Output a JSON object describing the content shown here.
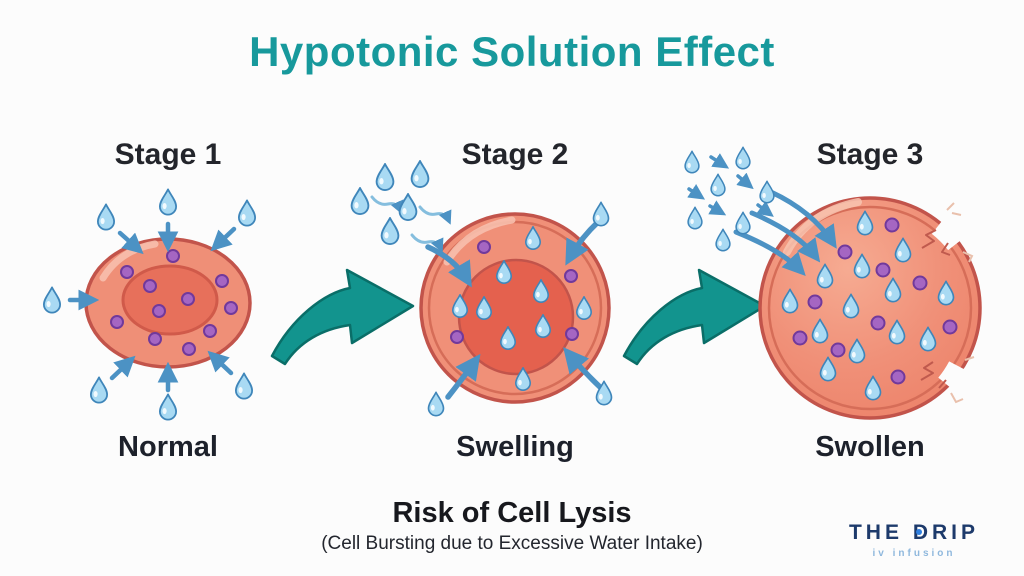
{
  "title": "Hypotonic Solution Effect",
  "stages": [
    {
      "heading": "Stage 1",
      "label": "Normal"
    },
    {
      "heading": "Stage 2",
      "label": "Swelling"
    },
    {
      "heading": "Stage 3",
      "label": "Swollen"
    }
  ],
  "footer": {
    "risk_title": "Risk of Cell Lysis",
    "risk_subtitle": "(Cell Bursting due to Excessive Water Intake)"
  },
  "logo": {
    "brand": "THE DRIP",
    "tagline": "iv infusion"
  },
  "colors": {
    "title_teal": "#17999c",
    "flow_arrow_teal": "#12948e",
    "cell_body_salmon": "#f09078",
    "cell_outline_red": "#c2544b",
    "cell_inner_red": "#e4614e",
    "water_droplet_fill": "#a9daf3",
    "water_droplet_outline": "#3f86ba",
    "water_arrow_blue": "#4c92c4",
    "solute_particle_purple": "#a566c2",
    "logo_navy": "#1d3a6b",
    "logo_light_blue": "#8fb8dd",
    "text_dark": "#23252b",
    "background": "#fcfcfc"
  },
  "icons": {
    "water_droplet": "teardrop",
    "solute_particle": "small purple dot",
    "stage_flow_arrow": "teal curved swoosh arrow pointing right",
    "water_entry_arrow": "blue curved arrow into cell",
    "membrane_crack": "jagged rupture lines on cell membrane"
  }
}
